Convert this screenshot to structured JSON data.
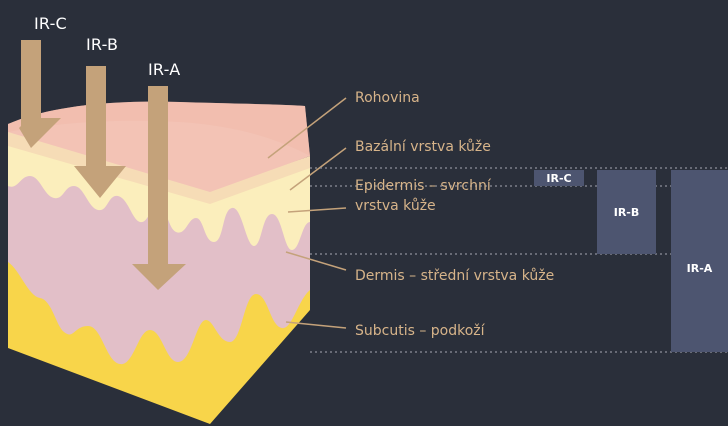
{
  "radiation": {
    "irc": "IR-C",
    "irb": "IR-B",
    "ira": "IR-A"
  },
  "layers": {
    "rohovina": "Rohovina",
    "bazalni": "Bazální vrstva kůže",
    "epidermis_line1": "Epidermis – svrchní",
    "epidermis_line2": "vrstva kůže",
    "dermis": "Dermis – střední vrstva kůže",
    "subcutis": "Subcutis – podkoží"
  },
  "penetration": {
    "irc": "IR-C",
    "irb": "IR-B",
    "ira": "IR-A"
  },
  "colors": {
    "background": "#2a2f3a",
    "arrow": "#c4a27a",
    "label": "#d7b48a",
    "band": "#4d5570",
    "stratum_corneum": "#f3c3b5",
    "epidermis": "#fbeebc",
    "dermis": "#e2bfc8",
    "subcutis": "#f8d54a"
  }
}
